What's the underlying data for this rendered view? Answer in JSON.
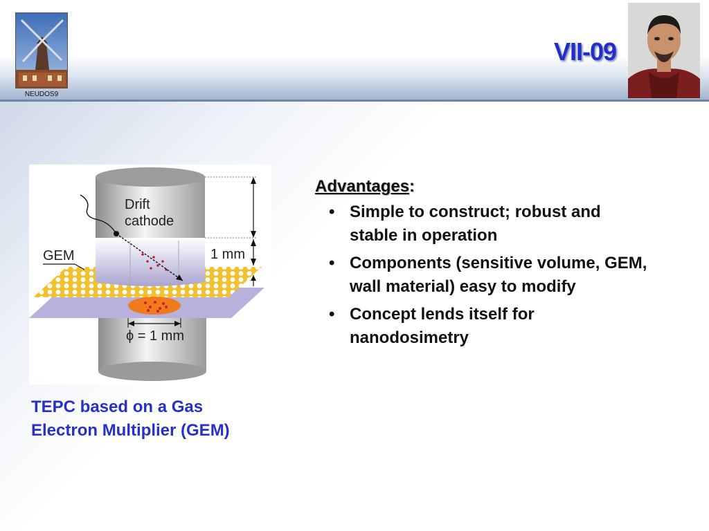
{
  "header": {
    "logo_caption": "NEUDOS9",
    "slide_code": "VII-09"
  },
  "figure": {
    "labels": {
      "drift_cathode_line1": "Drift",
      "drift_cathode_line2": "cathode",
      "gem": "GEM",
      "height": "1 mm",
      "diameter": "ϕ = 1 mm"
    }
  },
  "caption": {
    "line1": "TEPC based on  a Gas",
    "line2": "Electron Multiplier (GEM)"
  },
  "advantages": {
    "title": "Advantages",
    "colon": ":",
    "bullet_glyph": "•",
    "items": [
      {
        "line1": "Simple to construct;  robust and",
        "line2": "stable in operation"
      },
      {
        "line1": "Components (sensitive volume, GEM,",
        "line2": "wall material) easy to modify"
      },
      {
        "line1": "Concept lends itself for",
        "line2": "nanodosimetry"
      }
    ]
  },
  "colors": {
    "title_blue": "#1f2fc8",
    "caption_blue": "#2631c8",
    "gem_yellow": "#f2c12e",
    "sensitive_orange": "#f07a1c"
  }
}
